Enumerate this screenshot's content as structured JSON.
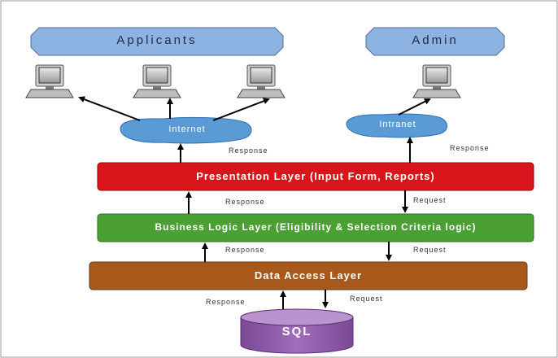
{
  "groups": {
    "applicants": "Applicants",
    "admin": "Admin"
  },
  "networks": {
    "internet": "Internet",
    "intranet": "Intranet"
  },
  "layers": {
    "presentation": "Presentation Layer (Input Form, Reports)",
    "business": "Business Logic Layer (Eligibility & Selection Criteria logic)",
    "data_access": "Data Access Layer"
  },
  "database": "SQL",
  "labels": {
    "response": "Response",
    "request": "Request"
  },
  "colors": {
    "header_fill": "#8db3e2",
    "cloud_fill": "#5b9bd5",
    "presentation_fill": "#d9151b",
    "business_fill": "#4aa033",
    "data_access_fill": "#a8581a",
    "sql_fill": "#8e5aa8"
  }
}
